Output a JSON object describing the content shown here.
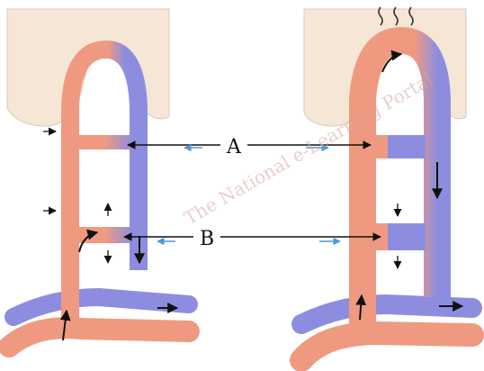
{
  "labels": {
    "a": "A",
    "b": "B"
  },
  "watermark": {
    "text": "The National e-Learning Portal"
  },
  "colors": {
    "artery": "#ef9a80",
    "vein": "#8d8de0",
    "tissue": "#f5e6d6",
    "arrow": "#111111",
    "arrow_light": "#4a9ad6"
  }
}
